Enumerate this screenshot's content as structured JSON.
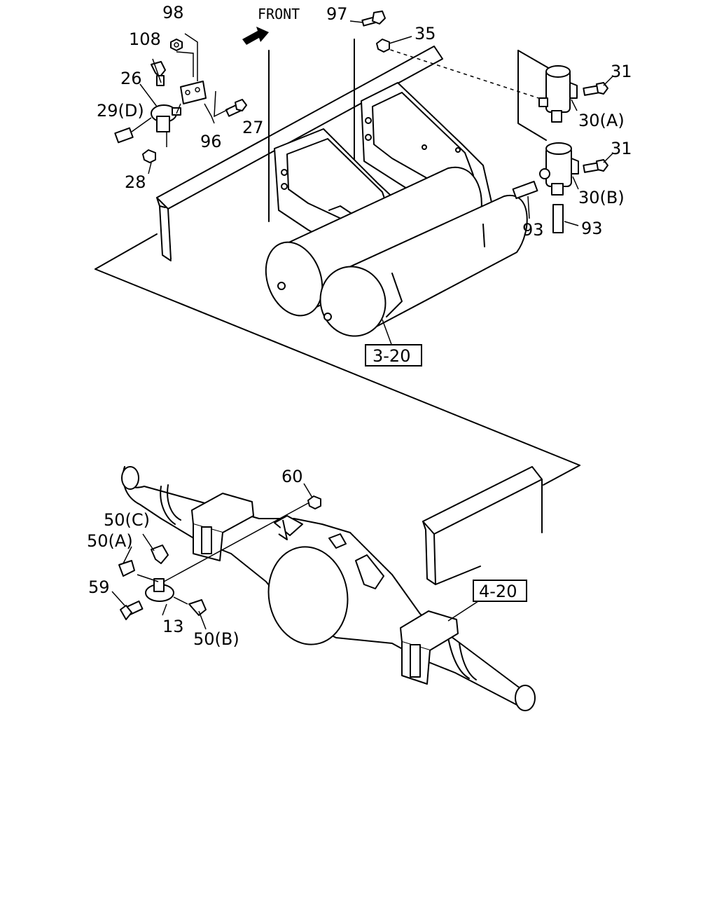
{
  "front_label": "FRONT",
  "callouts": {
    "c98": "98",
    "c108": "108",
    "c26": "26",
    "c29d": "29(D)",
    "c96": "96",
    "c27": "27",
    "c28": "28",
    "c97": "97",
    "c35": "35",
    "c31a": "31",
    "c30a": "30(A)",
    "c31b": "31",
    "c30b": "30(B)",
    "c93a": "93",
    "c93b": "93",
    "c60": "60",
    "c50c": "50(C)",
    "c50a": "50(A)",
    "c59": "59",
    "c13": "13",
    "c50b": "50(B)"
  },
  "references": {
    "ref_upper": "3-20",
    "ref_lower": "4-20"
  }
}
